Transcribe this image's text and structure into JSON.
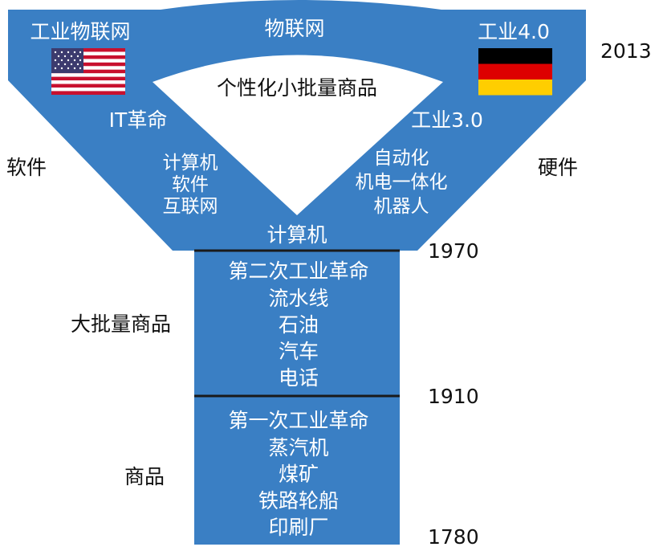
{
  "top_left_label": "工业物联网",
  "top_center_label": "物联网",
  "top_right_label": "工业4.0",
  "year_2013": "2013",
  "inner_label": "个性化小批量商品",
  "left_arm": {
    "title": "IT革命",
    "items": [
      "计算机",
      "软件",
      "互联网"
    ]
  },
  "right_arm": {
    "title": "工业3.0",
    "items": [
      "自动化",
      "机电一体化",
      "机器人"
    ]
  },
  "side_left": "软件",
  "side_right": "硬件",
  "neck_label": "计算机",
  "year_1970": "1970",
  "second_revolution": {
    "items": [
      "第二次工业革命",
      "流水线",
      "石油",
      "汽车",
      "电话"
    ]
  },
  "mass_goods_label": "大批量商品",
  "year_1910": "1910",
  "first_revolution": {
    "items": [
      "第一次工业革命",
      "蒸汽机",
      "煤矿",
      "铁路轮船",
      "印刷厂"
    ]
  },
  "goods_label": "商品",
  "year_1780": "1780",
  "colors": {
    "shape_fill": "#3a7fc4",
    "shape_text": "#ffffff",
    "divider": "#1a1a1a"
  }
}
